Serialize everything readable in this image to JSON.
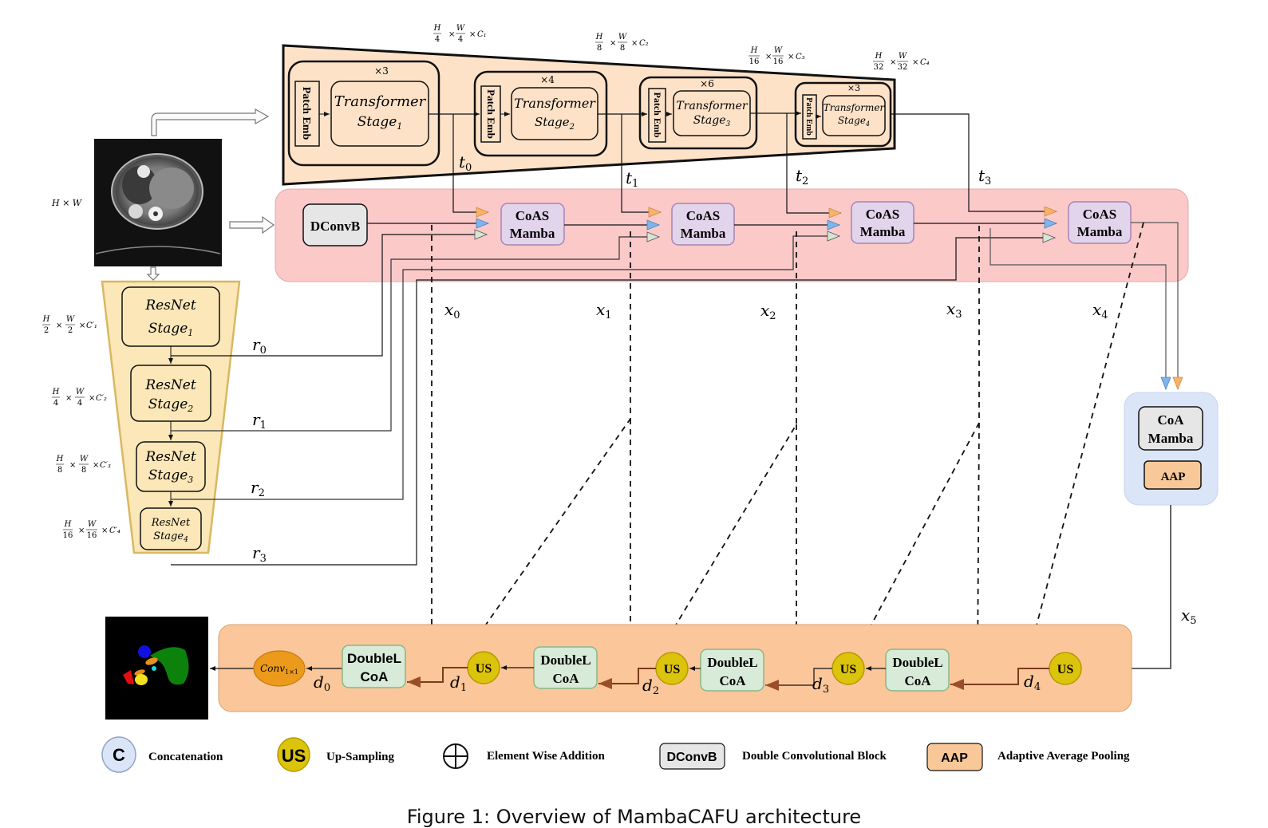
{
  "colors": {
    "transformer_fill": "#fde2c8",
    "resnet_fill": "#fbe7b8",
    "resnet_stroke": "#d8b860",
    "encoder_band_fill": "#fcc9c9",
    "coas_fill": "#e2d4ea",
    "coas_stroke": "#a884b8",
    "dconv_fill": "#e6e6e6",
    "bottleneck_fill": "#dae6f7",
    "aap_fill": "#f9c898",
    "decoder_band_fill": "#fbc79a",
    "doublel_fill": "#d8ead8",
    "doublel_stroke": "#88b888",
    "us_fill": "#dcc30c",
    "us_stroke": "#b39a00",
    "conv_fill": "#eb9a1c",
    "arrow_orange": "#f7b36b",
    "arrow_blue": "#7fb4ec",
    "arrow_green": "#cfe1cf",
    "arrow_brown": "#9a4e28",
    "concat_fill": "#dae6f7"
  },
  "input": {
    "size_label": "H × W",
    "image_alt": "CT scan slice (abdomen)"
  },
  "output": {
    "image_alt": "Segmentation mask"
  },
  "transformer": {
    "stages": [
      {
        "repeat": "×3",
        "patch": "Patch Emb",
        "name": "Transformer",
        "stage": "Stage",
        "sub": "1",
        "dim": "H/4 × W/4 × C₁",
        "dim_h": "H",
        "dim_hd": "4",
        "dim_w": "W",
        "dim_wd": "4",
        "dim_c": "C₁"
      },
      {
        "repeat": "×4",
        "patch": "Patch Emb",
        "name": "Transformer",
        "stage": "Stage",
        "sub": "2",
        "dim_h": "H",
        "dim_hd": "8",
        "dim_w": "W",
        "dim_wd": "8",
        "dim_c": "C₂"
      },
      {
        "repeat": "×6",
        "patch": "Patch Emb",
        "name": "Transformer",
        "stage": "Stage",
        "sub": "3",
        "dim_h": "H",
        "dim_hd": "16",
        "dim_w": "W",
        "dim_wd": "16",
        "dim_c": "C₃"
      },
      {
        "repeat": "×3",
        "patch": "Patch Emb",
        "name": "Transformer",
        "stage": "Stage",
        "sub": "4",
        "dim_h": "H",
        "dim_hd": "32",
        "dim_w": "W",
        "dim_wd": "32",
        "dim_c": "C₄"
      }
    ],
    "outputs": [
      "t",
      "t",
      "t",
      "t"
    ],
    "output_subs": [
      "0",
      "1",
      "2",
      "3"
    ]
  },
  "resnet": {
    "stages": [
      {
        "name": "ResNet",
        "stage": "Stage",
        "sub": "1",
        "dim_h": "H",
        "dim_hd": "2",
        "dim_w": "W",
        "dim_wd": "2",
        "dim_c": "C′₁"
      },
      {
        "name": "ResNet",
        "stage": "Stage",
        "sub": "2",
        "dim_h": "H",
        "dim_hd": "4",
        "dim_w": "W",
        "dim_wd": "4",
        "dim_c": "C′₂"
      },
      {
        "name": "ResNet",
        "stage": "Stage",
        "sub": "3",
        "dim_h": "H",
        "dim_hd": "8",
        "dim_w": "W",
        "dim_wd": "8",
        "dim_c": "C′₃"
      },
      {
        "name": "ResNet",
        "stage": "Stage",
        "sub": "4",
        "dim_h": "H",
        "dim_hd": "16",
        "dim_w": "W",
        "dim_wd": "16",
        "dim_c": "C′₄"
      }
    ],
    "output_subs": [
      "0",
      "1",
      "2",
      "3"
    ],
    "output_var": "r"
  },
  "encoder": {
    "dconvb": "DConvB",
    "coas_line1": "CoAS",
    "coas_line2": "Mamba",
    "skip_var": "x",
    "skip_subs": [
      "0",
      "1",
      "2",
      "3",
      "4",
      "5"
    ]
  },
  "bottleneck": {
    "coa_line1": "CoA",
    "coa_line2": "Mamba",
    "aap": "AAP"
  },
  "decoder": {
    "doublel_line1": "DoubleL",
    "doublel_line2": "CoA",
    "us": "US",
    "conv": "Conv",
    "conv_sub": "1×1",
    "d_var": "d",
    "d_subs": [
      "0",
      "1",
      "2",
      "3",
      "4"
    ]
  },
  "legend": [
    {
      "symbol": "C",
      "label": "Concatenation"
    },
    {
      "symbol": "US",
      "label": "Up-Sampling"
    },
    {
      "symbol": "⊕",
      "label": "Element Wise Addition"
    },
    {
      "symbol": "DConvB",
      "label": "Double Convolutional Block"
    },
    {
      "symbol": "AAP",
      "label": "Adaptive Average Pooling"
    }
  ],
  "caption": "Figure 1: Overview of MambaCAFU architecture"
}
